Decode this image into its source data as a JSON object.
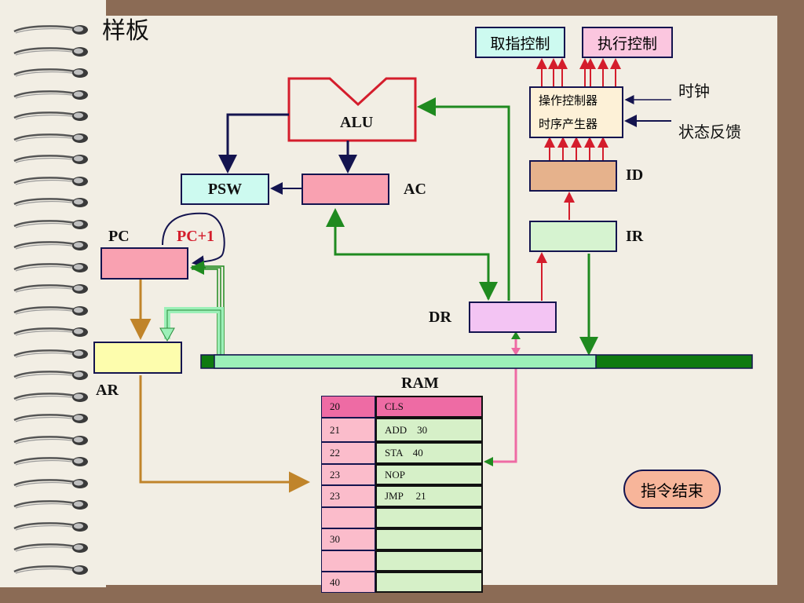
{
  "slide": {
    "title": "样板"
  },
  "control": {
    "fetch_label": "取指控制",
    "exec_label": "执行控制",
    "controller_line1": "操作控制器",
    "controller_line2": "时序产生器",
    "clock_label": "时钟",
    "feedback_label": "状态反馈"
  },
  "registers": {
    "alu": "ALU",
    "psw": "PSW",
    "ac": "AC",
    "id": "ID",
    "ir": "IR",
    "pc": "PC",
    "pc_inc": "PC+1",
    "dr": "DR",
    "ar": "AR"
  },
  "ram": {
    "title": "RAM",
    "rows": [
      {
        "addr": "20",
        "content": "CLS"
      },
      {
        "addr": "21",
        "content": "ADD    30"
      },
      {
        "addr": "22",
        "content": "STA    40"
      },
      {
        "addr": "23",
        "content": "NOP"
      },
      {
        "addr": "23",
        "content": "JMP     21"
      },
      {
        "addr": "",
        "content": ""
      },
      {
        "addr": "30",
        "content": ""
      },
      {
        "addr": "",
        "content": ""
      },
      {
        "addr": "40",
        "content": ""
      }
    ]
  },
  "end_button": "指令结束",
  "colors": {
    "psw_fill": "#cdfaf0",
    "ac_fill": "#f9a1b1",
    "pc_fill": "#f9a1b1",
    "ar_fill": "#fdfdad",
    "dr_fill": "#f3c4f3",
    "id_fill": "#e6b28c",
    "ir_fill": "#d6f3d0",
    "fetch_fill": "#cdfaf0",
    "exec_fill": "#fbc6df",
    "controller_fill": "#fdf1d7",
    "bus_light": "#9cf0b8",
    "bus_dark": "#0e7a10",
    "ram_highlight": "#ee6ba4",
    "ram_addr_fill": "#fbbccb",
    "ram_content_fill": "#d6f0c8",
    "end_fill": "#f7b59a",
    "alu_border": "#d41d2c"
  }
}
